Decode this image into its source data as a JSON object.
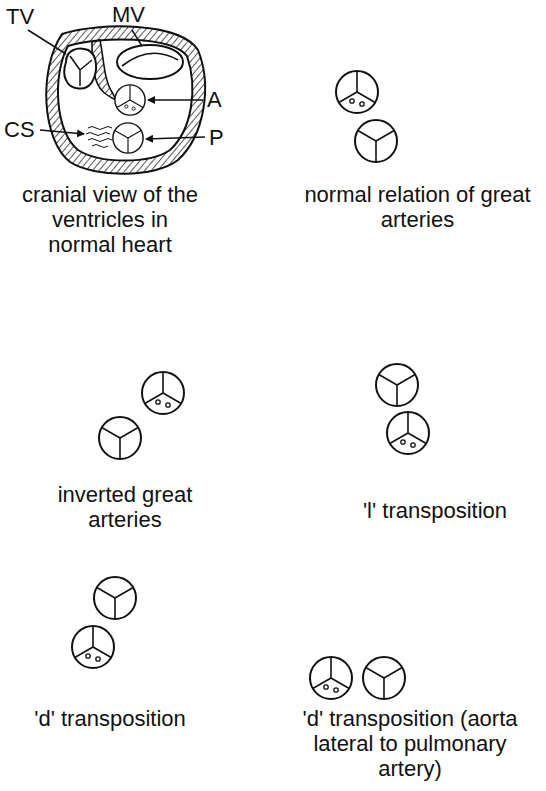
{
  "diagram": {
    "labels": [
      "TV",
      "MV",
      "CS",
      "A",
      "P",
      "cranial view of the ventricles in normal heart",
      "normal relation of great arteries",
      "inverted great arteries",
      "'l' transposition",
      "'d' transposition",
      "'d' transposition (aorta lateral to pulmonary artery)"
    ]
  }
}
